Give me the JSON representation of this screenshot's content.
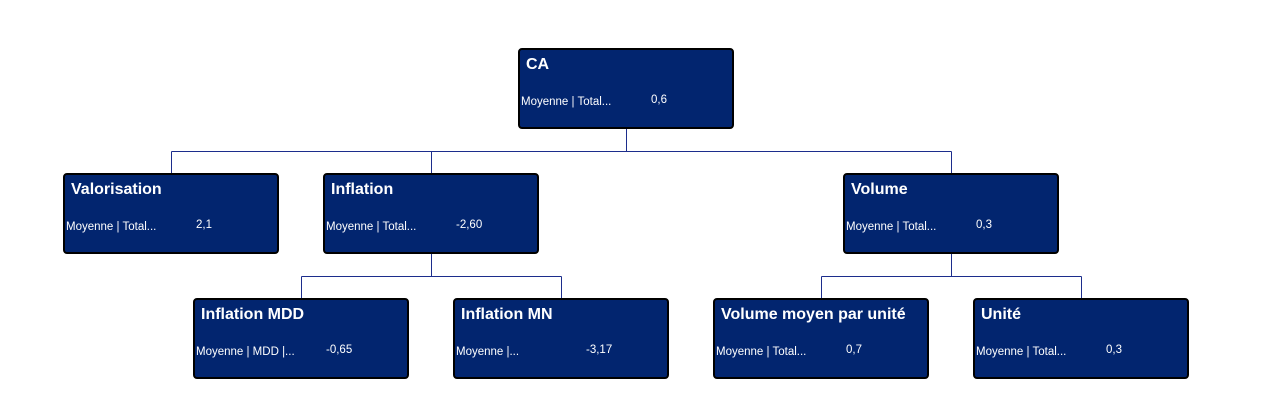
{
  "colors": {
    "node_fill": "#02256f",
    "node_border": "#000000",
    "connector": "#1c2d8c",
    "text": "#ffffff"
  },
  "nodes": [
    {
      "id": "ca",
      "parent": null,
      "title": "CA",
      "metric": "Moyenne | Total...",
      "value": "0,6"
    },
    {
      "id": "valorisation",
      "parent": "ca",
      "title": "Valorisation",
      "metric": "Moyenne | Total...",
      "value": "2,1"
    },
    {
      "id": "inflation",
      "parent": "ca",
      "title": "Inflation",
      "metric": "Moyenne | Total...",
      "value": "-2,60"
    },
    {
      "id": "volume",
      "parent": "ca",
      "title": "Volume",
      "metric": "Moyenne | Total...",
      "value": "0,3"
    },
    {
      "id": "inflation-mdd",
      "parent": "inflation",
      "title": "Inflation MDD",
      "metric": "Moyenne | MDD |...",
      "value": "-0,65"
    },
    {
      "id": "inflation-mn",
      "parent": "inflation",
      "title": "Inflation MN",
      "metric": "Moyenne |...",
      "value": "-3,17"
    },
    {
      "id": "volume-moyen",
      "parent": "volume",
      "title": "Volume moyen par unité",
      "metric": "Moyenne | Total...",
      "value": "0,7"
    },
    {
      "id": "unite",
      "parent": "volume",
      "title": "Unité",
      "metric": "Moyenne | Total...",
      "value": "0,3"
    }
  ]
}
